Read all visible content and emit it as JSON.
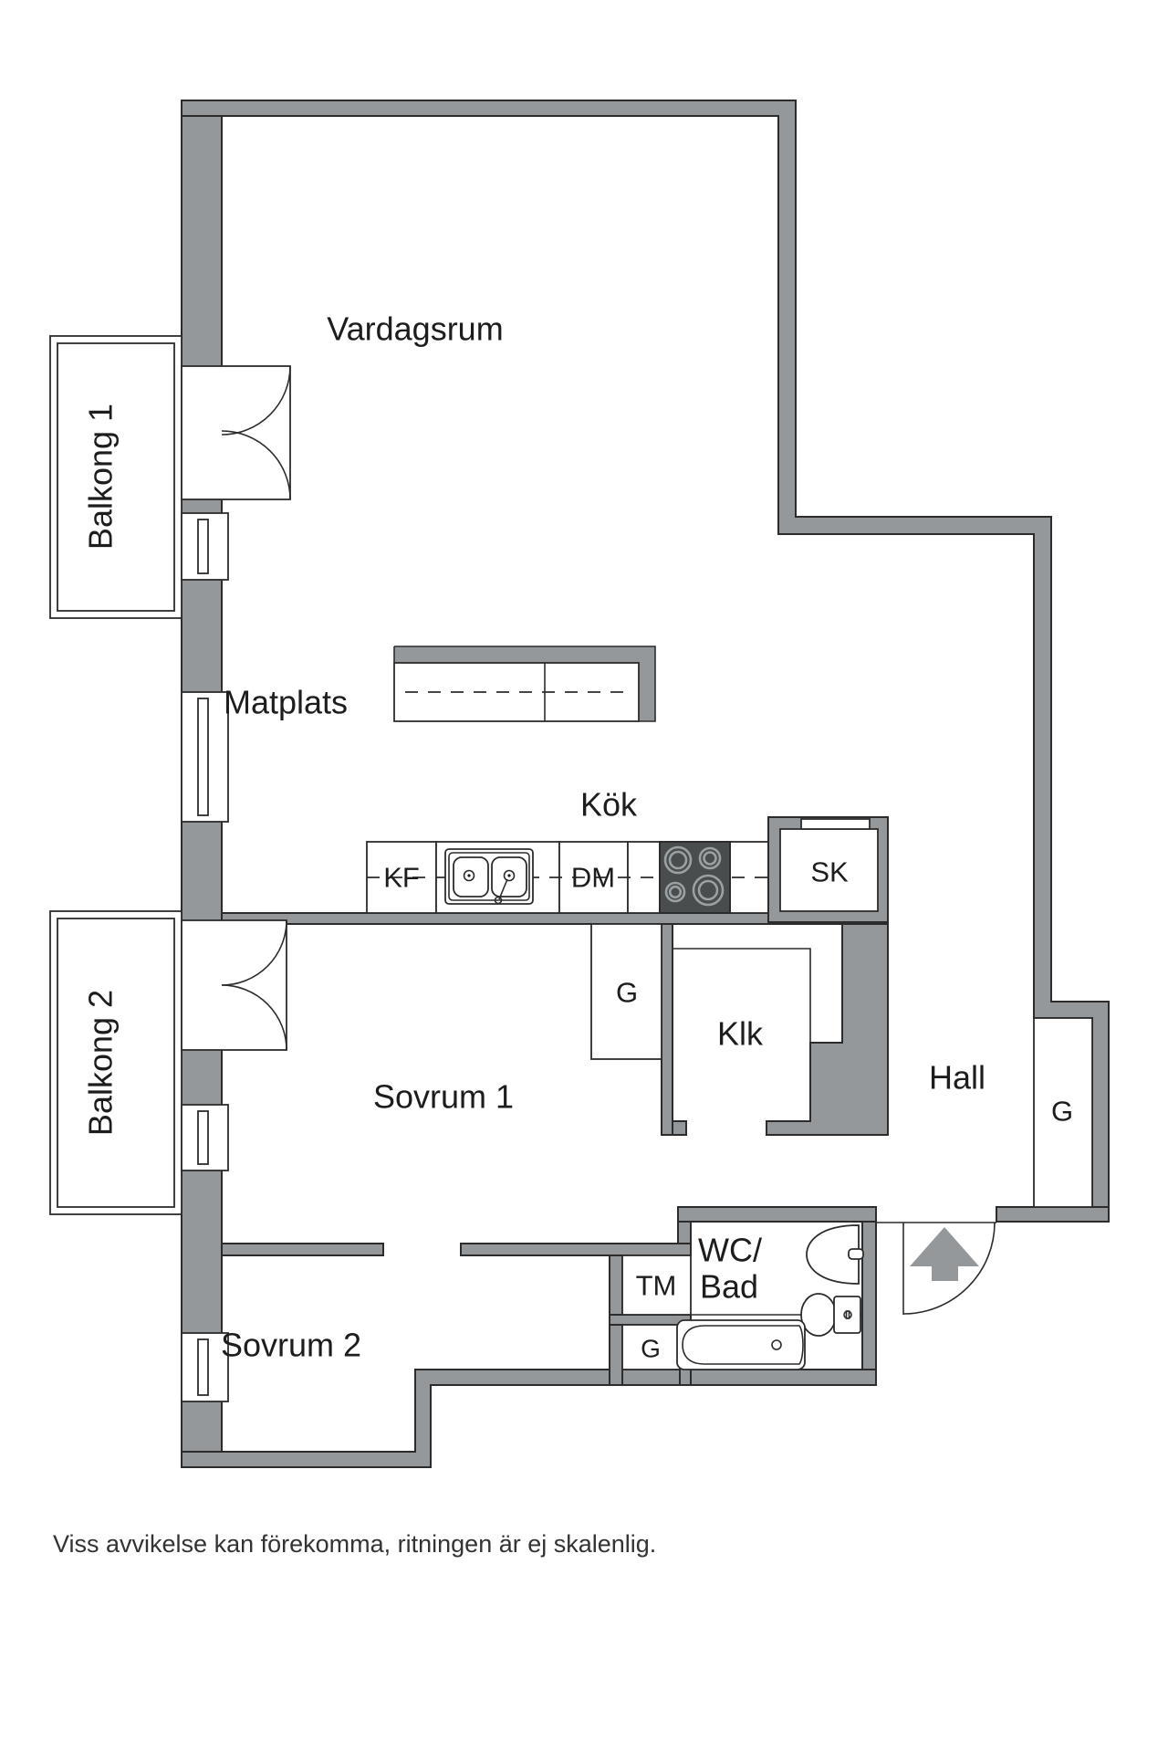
{
  "labels": {
    "vardagsrum": "Vardagsrum",
    "matplats": "Matplats",
    "kok": "Kök",
    "kf": "KF",
    "dm": "DM",
    "sk": "SK",
    "klk": "Klk",
    "g": "G",
    "tm": "TM",
    "wc_line1": "WC/",
    "wc_line2": "Bad",
    "hall": "Hall",
    "sovrum1": "Sovrum 1",
    "sovrum2": "Sovrum 2",
    "balkong1": "Balkong 1",
    "balkong2": "Balkong 2"
  },
  "footer": {
    "disclaimer": "Viss avvikelse kan förekomma, ritningen är ej skalenlig."
  },
  "colors": {
    "wall": "#95989a",
    "line": "#2c2c2c",
    "stove": "#4a4d4e",
    "text": "#1d1d1d"
  }
}
